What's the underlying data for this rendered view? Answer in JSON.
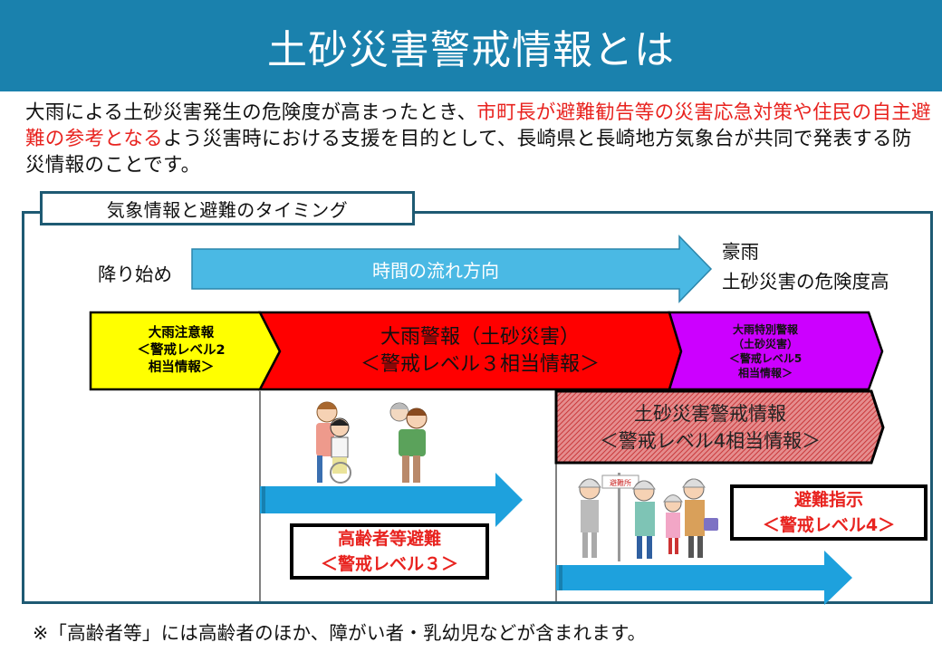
{
  "header": {
    "title": "土砂災害警戒情報とは"
  },
  "intro": {
    "parts": [
      {
        "text": "大雨による土砂災害発生の危険度が高まったとき、",
        "highlight": false
      },
      {
        "text": "市町長が避難勧告等の災害応急対策や住民の自主避難の参考となる",
        "highlight": true
      },
      {
        "text": "よう災害時における支援を目的として、長崎県と長崎地方気象台が共同で発表する防災情報のことです。",
        "highlight": false
      }
    ]
  },
  "timeline": {
    "section_label": "気象情報と避難のタイミング",
    "start_label": "降り始め",
    "arrow_label": "時間の流れ方向",
    "end_label_line1": "豪雨",
    "end_label_line2": "土砂災害の危険度高",
    "segments": [
      {
        "id": "advisory",
        "lines": [
          "大雨注意報",
          "＜警戒レベル2",
          "相当情報＞"
        ],
        "color": "#ffff00"
      },
      {
        "id": "warning",
        "lines": [
          "大雨警報（土砂災害）",
          "＜警戒レベル３相当情報＞"
        ],
        "color": "#ff0000"
      },
      {
        "id": "emergency",
        "lines": [
          "大雨特別警報",
          "（土砂災害）",
          "＜警戒レベル5",
          "相当情報＞"
        ],
        "color": "#cc00ff"
      }
    ],
    "sediment_alert": {
      "lines": [
        "土砂災害警戒情報",
        "＜警戒レベル4相当情報＞"
      ],
      "color": "#d9585a"
    },
    "actions": [
      {
        "id": "elderly",
        "lines": [
          "高齢者等避難",
          "＜警戒レベル３＞"
        ],
        "illustration": "caregivers-with-elderly-and-wheelchair-user"
      },
      {
        "id": "evacuate",
        "lines": [
          "避難指示",
          "＜警戒レベル4＞"
        ],
        "illustration": "family-evacuating-with-helmets",
        "sign_text": "避難所"
      }
    ]
  },
  "footnote": "※「高齢者等」には高齢者のほか、障がい者・乳幼児などが含まれます。",
  "colors": {
    "header_bg": "#1a81ad",
    "frame": "#1e5a73",
    "arrow_fill": "#4ab9e4",
    "action_arrow": "#1ea1dd",
    "highlight_text": "#e8231f"
  }
}
